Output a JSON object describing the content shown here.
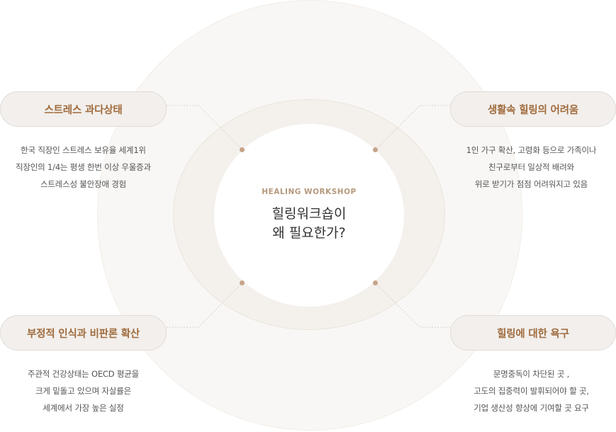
{
  "center": {
    "eyebrow": "HEALING WORKSHOP",
    "title_line1": "힐링워크숍이",
    "title_line2": "왜 필요한가?"
  },
  "items": [
    {
      "label": "스트레스 과다상태",
      "lines": [
        "한국 직장인 스트레스 보유율 세계1위",
        "직장인의 1/4는 평생 한번 이상 우울증과",
        "스트레스성 불안장애 경험"
      ]
    },
    {
      "label": "생활속 힐링의 어려움",
      "lines": [
        "1인 가구 확산, 고령화 등으로 가족이나",
        "친구로부터 일상적 배려와",
        "위로 받기가 점점 어려워지고 있음"
      ]
    },
    {
      "label": "부정적 인식과 비판론 확산",
      "lines": [
        "주관적 건강상태는 OECD 평균을",
        "크게 밑돌고 있으며 자살률은",
        "세계에서 가장 높은 실정"
      ]
    },
    {
      "label": "힐링에 대한 욕구",
      "lines": [
        "문명중독이 차단된 곳 ,",
        "고도의 집중력이 발휘되어야 할 곳,",
        "기업 생산성 향상에 기여할 곳 요구"
      ]
    }
  ],
  "colors": {
    "accent": "#a06b3d",
    "dot": "#c7a388",
    "eyebrow": "#b5987c",
    "pill_bg": "#f2efec"
  }
}
